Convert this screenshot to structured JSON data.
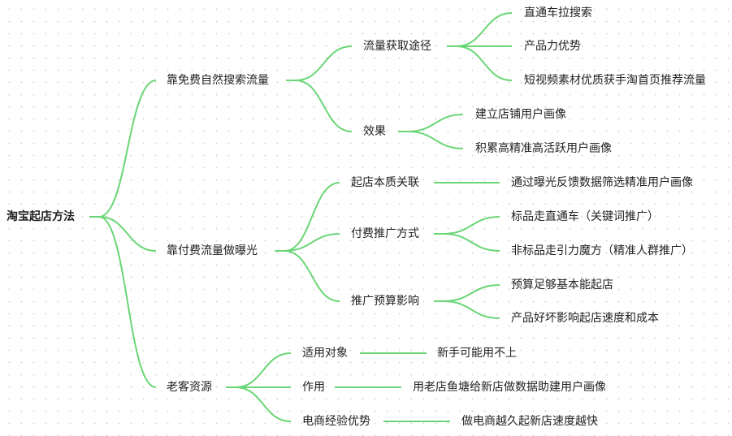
{
  "colors": {
    "branch": "#6ad676",
    "text": "#222222"
  },
  "root": {
    "label": "淘宝起店方法"
  },
  "branches": [
    {
      "label": "靠免费自然搜索流量",
      "children": [
        {
          "label": "流量获取途径",
          "children": [
            "直通车拉搜索",
            "产品力优势",
            "短视频素材优质获手淘首页推荐流量"
          ]
        },
        {
          "label": "效果",
          "children": [
            "建立店铺用户画像",
            "积累高精准高活跃用户画像"
          ]
        }
      ]
    },
    {
      "label": "靠付费流量做曝光",
      "children": [
        {
          "label": "起店本质关联",
          "children": [
            "通过曝光反馈数据筛选精准用户画像"
          ]
        },
        {
          "label": "付费推广方式",
          "children": [
            "标品走直通车（关键词推广）",
            "非标品走引力魔方（精准人群推广）"
          ]
        },
        {
          "label": "推广预算影响",
          "children": [
            "预算足够基本能起店",
            "产品好坏影响起店速度和成本"
          ]
        }
      ]
    },
    {
      "label": "老客资源",
      "children": [
        {
          "label": "适用对象",
          "children": [
            "新手可能用不上"
          ]
        },
        {
          "label": "作用",
          "children": [
            "用老店鱼塘给新店做数据助建用户画像"
          ]
        },
        {
          "label": "电商经验优势",
          "children": [
            "做电商越久起新店速度越快"
          ]
        }
      ]
    }
  ]
}
